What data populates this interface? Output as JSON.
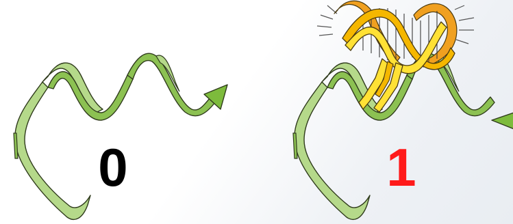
{
  "panels": [
    {
      "id": "before",
      "digit": "0",
      "digit_color": "#000000",
      "has_protein": false
    },
    {
      "id": "after",
      "digit": "1",
      "digit_color": "#ff1a1a",
      "has_protein": true
    }
  ],
  "colors": {
    "ribbon_front": "#8cc152",
    "ribbon_back": "#b5d98a",
    "ribbon_outline": "#2f3b1c",
    "arrow_head": "#7dbb3c",
    "protein_gold": "#f5b700",
    "protein_yellow": "#ffe135",
    "protein_orange": "#f0a020",
    "protein_outline": "#4a3a10"
  },
  "icons": {
    "ribbon": "dna-ribbon-icon",
    "protein": "protein-helix-icon",
    "arrow": "arrowhead-icon"
  }
}
